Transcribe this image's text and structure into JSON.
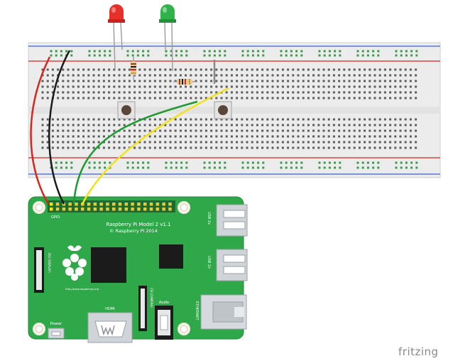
{
  "pi": {
    "model": "Raspberry Pi Model 2 v1.1",
    "copyright": "© Raspberry Pi 2014",
    "gpio_label": "GPIO",
    "usb_label_1": "USB 2x",
    "usb_label_2": "USB 2x",
    "ethernet_label": "ETHERNET",
    "hdmi_label": "HDMI",
    "audio_label": "Audio",
    "power_label": "Power",
    "dsi_label": "DSI (DISPLAY)",
    "csi_label": "CSI (CAMERA)",
    "website": "http://www.raspberrypi.org"
  },
  "leds": [
    {
      "color_name": "red",
      "color": "#e8302a"
    },
    {
      "color_name": "green",
      "color": "#2fb24a"
    }
  ],
  "wires": [
    {
      "name": "red",
      "color": "#d8261f"
    },
    {
      "name": "black",
      "color": "#1a1a1a"
    },
    {
      "name": "green",
      "color": "#1c9a2e"
    },
    {
      "name": "yellow",
      "color": "#f2e21a"
    }
  ],
  "colors": {
    "board_green": "#2fa84a",
    "breadboard": "#ececec",
    "rail_red": "#d8261f",
    "rail_blue": "#3a5fcd"
  },
  "watermark": "fritzing"
}
